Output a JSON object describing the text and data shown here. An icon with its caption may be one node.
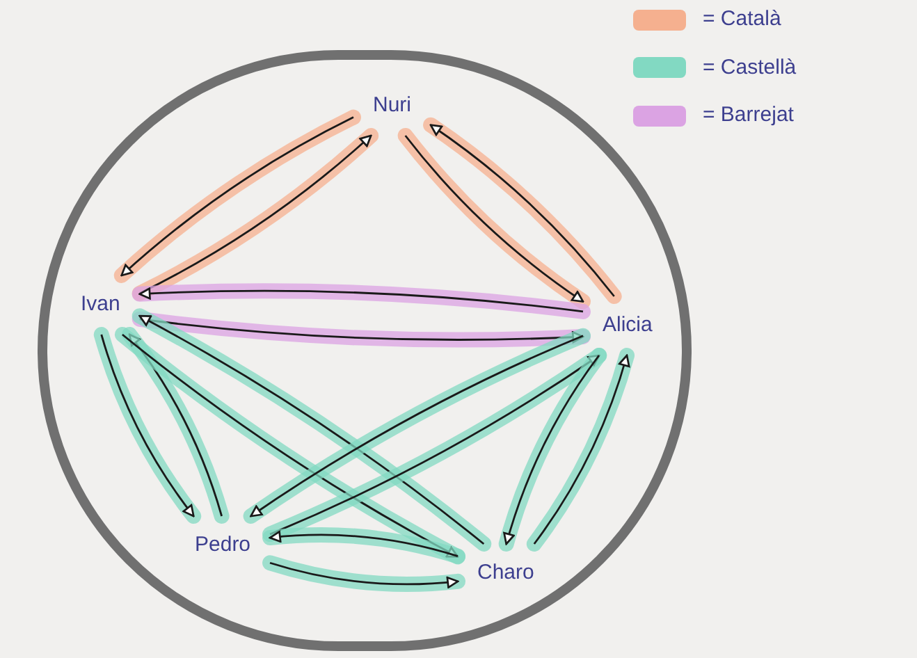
{
  "diagram": {
    "nodes": [
      {
        "text": [],
        "shape": "circle"
      },
      {
        "text": [
          "Nuri"
        ],
        "in": 0
      },
      {
        "text": [
          "Ivan"
        ],
        "in": 0
      },
      {
        "text": [
          "Alicia"
        ],
        "in": 0
      },
      {
        "text": [
          "Pedro"
        ],
        "in": 0
      },
      {
        "text": [
          "Charo"
        ],
        "in": 0
      }
    ],
    "edges": [
      {
        "from": 1,
        "to": 2,
        "arrow": "to",
        "color": "#f5b08f"
      },
      {
        "from": 2,
        "to": 1,
        "arrow": "to",
        "color": "#f5b08f"
      },
      {
        "from": 1,
        "to": 3,
        "arrow": "to",
        "color": "#f5b08f"
      },
      {
        "from": 3,
        "to": 1,
        "arrow": "to",
        "color": "#f5b08f"
      },
      {
        "from": 3,
        "to": 2,
        "arrow": "to",
        "color": "#dba3e3"
      },
      {
        "from": 2,
        "to": 3,
        "arrow": "to",
        "color": "#dba3e3"
      },
      {
        "from": 2,
        "to": 4,
        "arrow": "to",
        "color": "#82d9c2"
      },
      {
        "from": 4,
        "to": 2,
        "arrow": "to",
        "color": "#82d9c2"
      },
      {
        "from": 2,
        "to": 5,
        "arrow": "to",
        "color": "#82d9c2"
      },
      {
        "from": 5,
        "to": 2,
        "arrow": "to",
        "color": "#82d9c2"
      },
      {
        "from": 4,
        "to": 3,
        "arrow": "to",
        "color": "#82d9c2"
      },
      {
        "from": 3,
        "to": 4,
        "arrow": "to",
        "color": "#82d9c2"
      },
      {
        "from": 3,
        "to": 5,
        "arrow": "to",
        "color": "#82d9c2"
      },
      {
        "from": 5,
        "to": 3,
        "arrow": "to",
        "color": "#82d9c2"
      },
      {
        "from": 5,
        "to": 4,
        "arrow": "to",
        "color": "#82d9c2"
      },
      {
        "from": 4,
        "to": 5,
        "arrow": "to",
        "color": "#82d9c2"
      }
    ],
    "legend": [
      {
        "text": "= Català",
        "color": "#f5b08f"
      },
      {
        "text": "= Castellà",
        "color": "#82d9c2"
      },
      {
        "text": "= Barrejat",
        "color": "#dba3e3"
      }
    ]
  }
}
